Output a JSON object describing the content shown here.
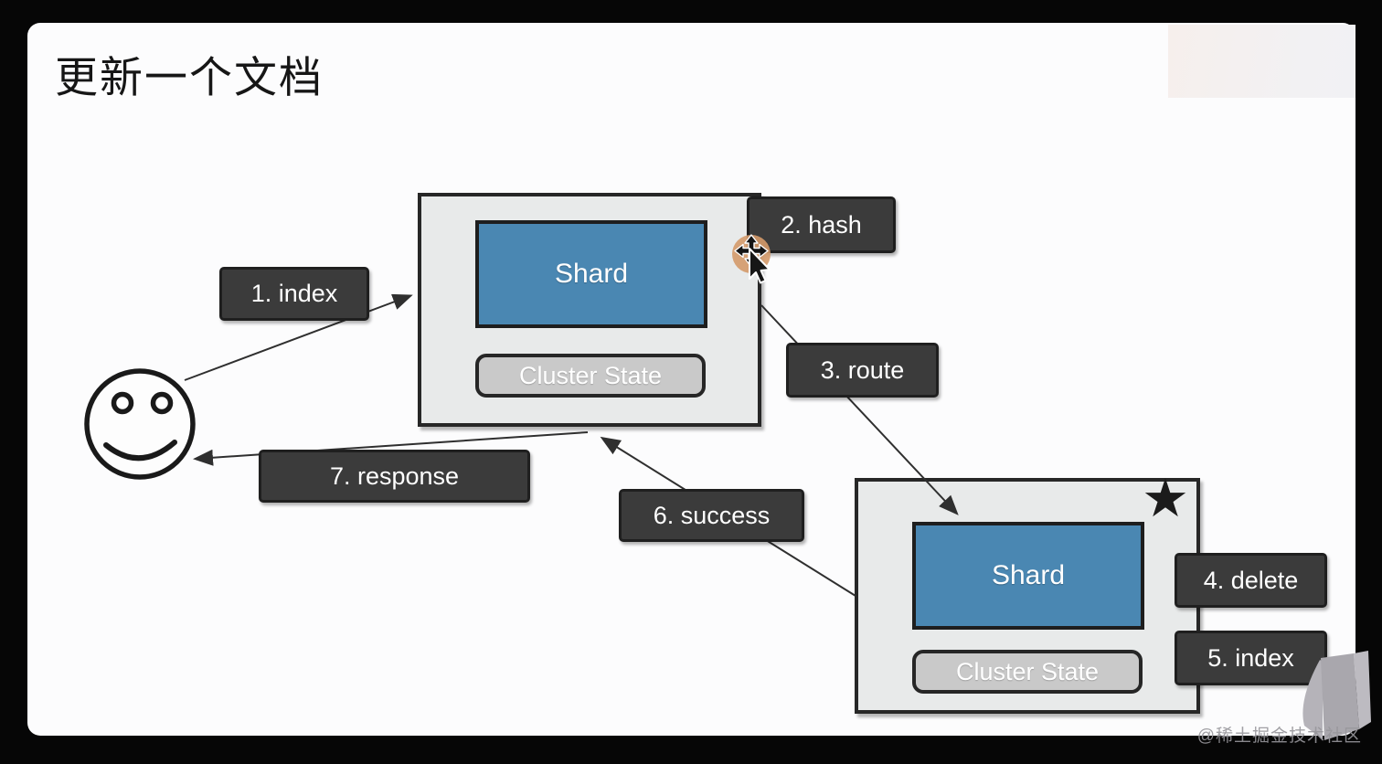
{
  "title": "更新一个文档",
  "nodes": {
    "primary_left": {
      "shard": "Shard",
      "cluster_state": "Cluster State"
    },
    "replica_right": {
      "shard": "Shard",
      "cluster_state": "Cluster State",
      "star": "★"
    }
  },
  "steps": {
    "s1": "1. index",
    "s2": "2. hash",
    "s3": "3. route",
    "s4": "4. delete",
    "s5": "5. index",
    "s6": "6. success",
    "s7": "7. response"
  },
  "icons": {
    "client": "smiley-face-icon",
    "primary_marker": "star-icon",
    "cursor": "move-cursor-icon",
    "watermark_logo": "gem-logo-icon"
  },
  "colors": {
    "shard_blue": "#4a87b2",
    "node_gray": "#e8eaea",
    "label_dark": "#3b3b3b",
    "cluster_gray": "#c9c9c9",
    "cursor_highlight": "#d49a6a",
    "arrow": "#2f2f2f"
  },
  "watermark": "@稀土掘金技术社区"
}
